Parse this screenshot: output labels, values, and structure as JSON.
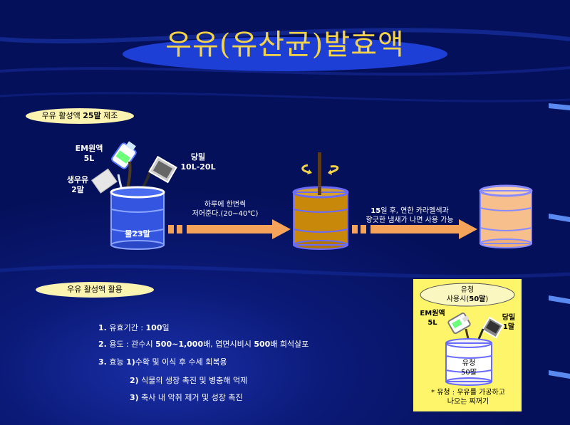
{
  "title": "우유(유산균)발효액",
  "section1": {
    "label_prefix": "우유 활성액 ",
    "label_bold": "25말",
    "label_suffix": " 제조"
  },
  "em_label": [
    "EM원액",
    "5L"
  ],
  "milk_label": [
    "생우유",
    "2말"
  ],
  "sugar_label": [
    "당밀",
    "10L-20L"
  ],
  "barrel1_text_prefix": "물",
  "barrel1_text_bold": "23",
  "barrel1_text_suffix": "말",
  "arrow1_text": [
    "하루에 한번씩",
    "저어준다.(20~40℃)"
  ],
  "arrow2_text_bold": "15",
  "arrow2_text": [
    "일 후, 연한 카라멜색과",
    "향긋한 냄새가 나면 사용 가능"
  ],
  "section2": {
    "label": "우유 활성액 활용"
  },
  "list": {
    "item1_num": "1.",
    "item1_label": "유효기간 : ",
    "item1_value": "100",
    "item1_unit": "일",
    "item2_num": "2.",
    "item2_pre": "용도 : 관수시 ",
    "item2_bold": "500~1,000",
    "item2_mid": "배, 엽면시비시 ",
    "item2_bold2": "500",
    "item2_post": "배 희석살포",
    "item3_num": "3.",
    "item3_pre": "효능  ",
    "item3_sub1_num": "1)",
    "item3_sub1": "수확 및 이식 후 수세 회복용",
    "item3_sub2_num": "2)",
    "item3_sub2": " 식물의 생장 촉진 및 병충해 억제",
    "item3_sub3_num": "3)",
    "item3_sub3": " 축사 내 악취 제거 및 성장 촉진"
  },
  "whey_box": {
    "oval_line1": "유청",
    "oval_line2_pre": "사용시(",
    "oval_line2_bold": "50말",
    "oval_line2_post": ")",
    "em_label": [
      "EM원액",
      "5L"
    ],
    "sugar_label": [
      "당밀",
      "1말"
    ],
    "barrel_label": [
      "유청",
      "50말"
    ],
    "note": [
      "* 유청 : 우유를 가공하고",
      "나오는 찌꺼기"
    ]
  },
  "colors": {
    "title": "#f3d34a",
    "oval": "#fbf3b0",
    "arrow": "#f5a35a",
    "barrel_blue": "#3355e0",
    "barrel_gold": "#c8880a",
    "barrel_peach": "#f7bf8c",
    "barrel_light": "#ffffff",
    "whey_box": "#fff56b"
  }
}
